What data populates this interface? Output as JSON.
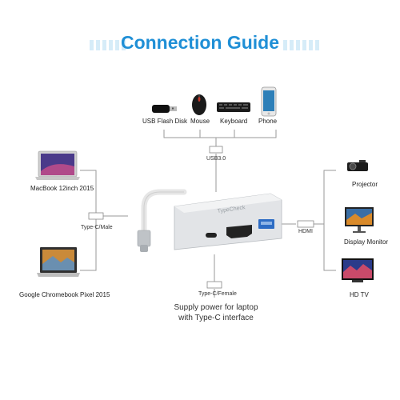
{
  "title": "Connection Guide",
  "top_devices": [
    {
      "label": "USB Flash Disk",
      "icon": "usb-flash-disk-icon"
    },
    {
      "label": "Mouse",
      "icon": "mouse-icon"
    },
    {
      "label": "Keyboard",
      "icon": "keyboard-icon"
    },
    {
      "label": "Phone",
      "icon": "phone-icon"
    }
  ],
  "left_devices": [
    {
      "label": "MacBook 12inch 2015",
      "icon": "macbook-icon"
    },
    {
      "label": "Google Chromebook Pixel 2015",
      "icon": "chromebook-icon"
    }
  ],
  "right_devices": [
    {
      "label": "Projector",
      "icon": "projector-icon"
    },
    {
      "label": "Display Monitor",
      "icon": "monitor-icon"
    },
    {
      "label": "HD TV",
      "icon": "tv-icon"
    }
  ],
  "ports": {
    "usb": "USB3.0",
    "type_c_male": "Type-C/Male",
    "hdmi": "HDMI",
    "type_c_female": "Type-C/Female"
  },
  "supply_line1": "Supply power for laptop",
  "supply_line2": "with Type-C interface",
  "hub_brand": "TypeCheck",
  "colors": {
    "title": "#1f8fd6",
    "line": "#9a9a9a",
    "hub_body": "#e2e4e7"
  }
}
